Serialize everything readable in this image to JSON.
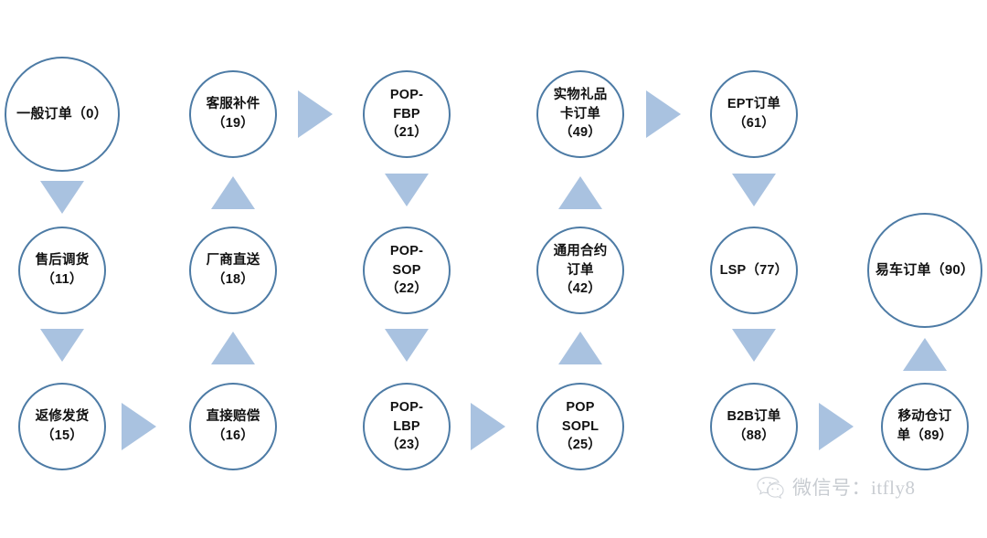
{
  "diagram": {
    "title": "",
    "type": "flow-diagram",
    "colors": {
      "node_stroke": "#4d7ba5",
      "node_fill": "#ffffff",
      "arrow_fill": "#a9c2e0",
      "text": "#111111",
      "background": "#ffffff"
    },
    "nodes": [
      {
        "id": "n0",
        "label": "一般订单（0）",
        "code": "0",
        "name": "一般订单",
        "size": "large",
        "row": 1,
        "col": 1
      },
      {
        "id": "n19",
        "label": "客服补件\n（19）",
        "code": "19",
        "name": "客服补件",
        "size": "normal",
        "row": 1,
        "col": 2
      },
      {
        "id": "n21",
        "label": "POP-\nFBP\n（21）",
        "code": "21",
        "name": "POP-FBP",
        "size": "normal",
        "row": 1,
        "col": 3
      },
      {
        "id": "n49",
        "label": "实物礼品\n卡订单\n（49）",
        "code": "49",
        "name": "实物礼品卡订单",
        "size": "normal",
        "row": 1,
        "col": 4
      },
      {
        "id": "n61",
        "label": "EPT订单\n（61）",
        "code": "61",
        "name": "EPT订单",
        "size": "normal",
        "row": 1,
        "col": 5
      },
      {
        "id": "n11",
        "label": "售后调货\n（11）",
        "code": "11",
        "name": "售后调货",
        "size": "normal",
        "row": 2,
        "col": 1
      },
      {
        "id": "n18",
        "label": "厂商直送\n（18）",
        "code": "18",
        "name": "厂商直送",
        "size": "normal",
        "row": 2,
        "col": 2
      },
      {
        "id": "n22",
        "label": "POP-\nSOP\n（22）",
        "code": "22",
        "name": "POP-SOP",
        "size": "normal",
        "row": 2,
        "col": 3
      },
      {
        "id": "n42",
        "label": "通用合约\n订单\n（42）",
        "code": "42",
        "name": "通用合约订单",
        "size": "normal",
        "row": 2,
        "col": 4
      },
      {
        "id": "n77",
        "label": "LSP（77）",
        "code": "77",
        "name": "LSP",
        "size": "normal",
        "row": 2,
        "col": 5
      },
      {
        "id": "n90",
        "label": "易车订单（90）",
        "code": "90",
        "name": "易车订单",
        "size": "large",
        "row": 2,
        "col": 6
      },
      {
        "id": "n15",
        "label": "返修发货\n（15）",
        "code": "15",
        "name": "返修发货",
        "size": "normal",
        "row": 3,
        "col": 1
      },
      {
        "id": "n16",
        "label": "直接赔偿\n（16）",
        "code": "16",
        "name": "直接赔偿",
        "size": "normal",
        "row": 3,
        "col": 2
      },
      {
        "id": "n23",
        "label": "POP-\nLBP\n（23）",
        "code": "23",
        "name": "POP-LBP",
        "size": "normal",
        "row": 3,
        "col": 3
      },
      {
        "id": "n25",
        "label": "POP\nSOPL\n（25）",
        "code": "25",
        "name": "POP SOPL",
        "size": "normal",
        "row": 3,
        "col": 4
      },
      {
        "id": "n88",
        "label": "B2B订单\n（88）",
        "code": "88",
        "name": "B2B订单",
        "size": "normal",
        "row": 3,
        "col": 5
      },
      {
        "id": "n89",
        "label": "移动仓订\n单（89）",
        "code": "89",
        "name": "移动仓订单",
        "size": "normal",
        "row": 3,
        "col": 6
      }
    ],
    "arrows": [
      {
        "id": "a1",
        "from": "n0",
        "to": "n11",
        "direction": "down"
      },
      {
        "id": "a2",
        "from": "n11",
        "to": "n15",
        "direction": "down"
      },
      {
        "id": "a3",
        "from": "n15",
        "to": "n16",
        "direction": "right"
      },
      {
        "id": "a4",
        "from": "n16",
        "to": "n18",
        "direction": "up"
      },
      {
        "id": "a5",
        "from": "n18",
        "to": "n19",
        "direction": "up"
      },
      {
        "id": "a6",
        "from": "n19",
        "to": "n21",
        "direction": "right"
      },
      {
        "id": "a7",
        "from": "n21",
        "to": "n22",
        "direction": "down"
      },
      {
        "id": "a8",
        "from": "n22",
        "to": "n23",
        "direction": "down"
      },
      {
        "id": "a9",
        "from": "n23",
        "to": "n25",
        "direction": "right"
      },
      {
        "id": "a10",
        "from": "n25",
        "to": "n42",
        "direction": "up"
      },
      {
        "id": "a11",
        "from": "n42",
        "to": "n49",
        "direction": "up"
      },
      {
        "id": "a12",
        "from": "n49",
        "to": "n61",
        "direction": "right"
      },
      {
        "id": "a13",
        "from": "n61",
        "to": "n77",
        "direction": "down"
      },
      {
        "id": "a14",
        "from": "n77",
        "to": "n88",
        "direction": "down"
      },
      {
        "id": "a15",
        "from": "n88",
        "to": "n89",
        "direction": "right"
      },
      {
        "id": "a16",
        "from": "n89",
        "to": "n90",
        "direction": "up"
      }
    ]
  },
  "watermark": {
    "text": "微信号：itfly8",
    "icon": "wechat-logo"
  }
}
